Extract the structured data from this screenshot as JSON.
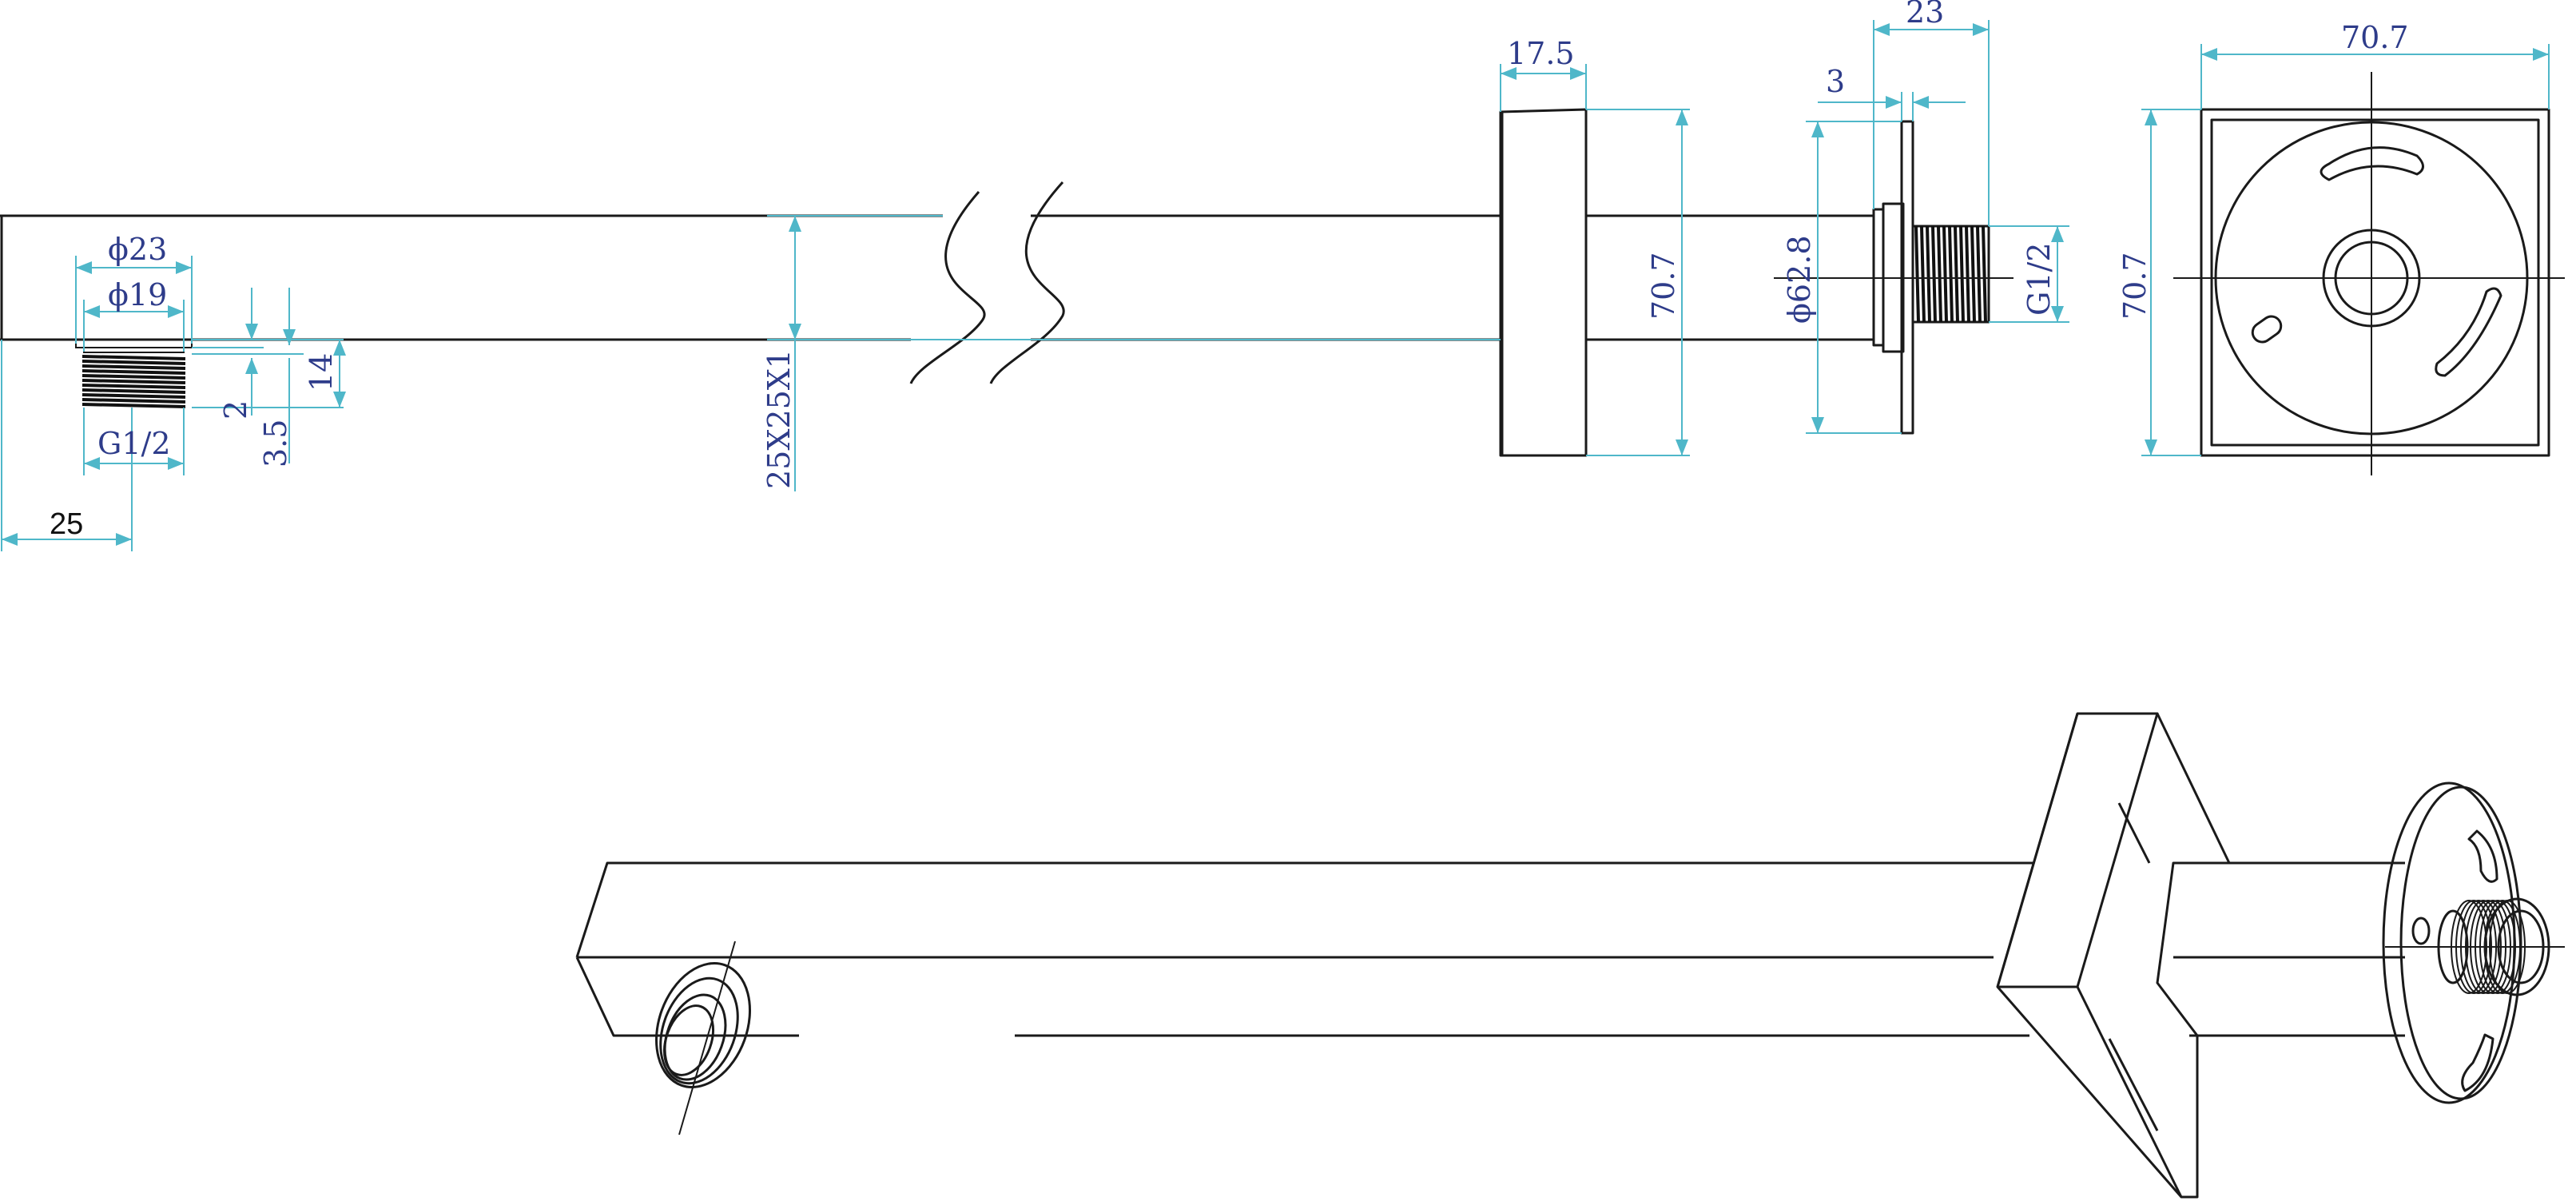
{
  "dimensions": {
    "phi23": "ϕ23",
    "phi19": "ϕ19",
    "g12_left": "G1/2",
    "len25": "25",
    "h2": "2",
    "h35": "3.5",
    "h14": "14",
    "tube": "25X25X1",
    "w175": "17.5",
    "h707_side": "70.7",
    "d23": "23",
    "d3": "3",
    "phi628": "ϕ62.8",
    "g12_right": "G1/2",
    "w707_front": "70.7",
    "h707_front": "70.7"
  },
  "colors": {
    "dimension_line": "#4fb7c9",
    "dimension_text": "#2e3c8a",
    "object_line": "#1a1a1a"
  }
}
